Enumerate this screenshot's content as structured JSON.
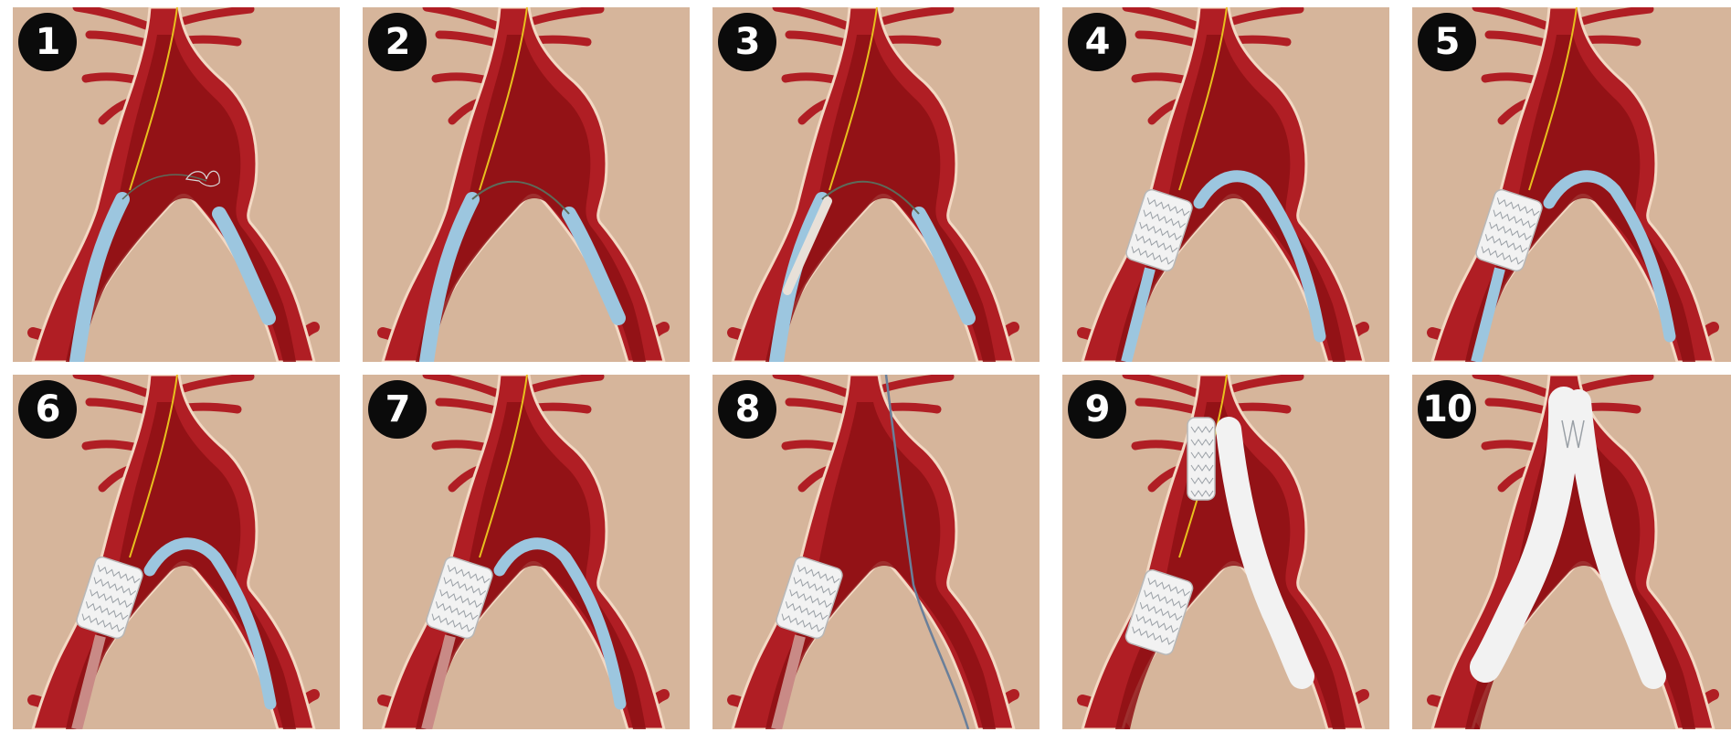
{
  "figure": {
    "steps": [
      {
        "number": "1",
        "stage": 1
      },
      {
        "number": "2",
        "stage": 2
      },
      {
        "number": "3",
        "stage": 3
      },
      {
        "number": "4",
        "stage": 4
      },
      {
        "number": "5",
        "stage": 5
      },
      {
        "number": "6",
        "stage": 6
      },
      {
        "number": "7",
        "stage": 7
      },
      {
        "number": "8",
        "stage": 8
      },
      {
        "number": "9",
        "stage": 9
      },
      {
        "number": "10",
        "stage": 10
      }
    ]
  },
  "colors": {
    "background": "#d6b59b",
    "vessel_outer": "#b01e24",
    "vessel_inner": "#8e1014",
    "vessel_edge": "#f3d9c4",
    "sheath": "#9cc6df",
    "guidewire": "#e8c01e",
    "graft": "#f2f2f2",
    "badge": "#0b0b0b",
    "badge_text": "#ffffff"
  }
}
